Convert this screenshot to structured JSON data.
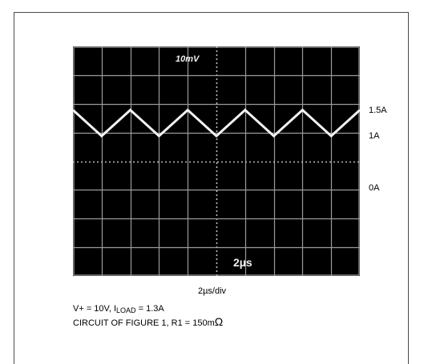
{
  "chart_data": {
    "type": "line",
    "title": "",
    "screen_labels": {
      "top": "10mV",
      "bottom": "2µs"
    },
    "xlabel": "2µs/div",
    "ylabel": "",
    "x_divisions": 10,
    "y_divisions": 8,
    "grid": true,
    "y_tick_labels": [
      {
        "text": "1.5A",
        "value": 1.5
      },
      {
        "text": "1A",
        "value": 1.0
      },
      {
        "text": "0A",
        "value": 0.0
      }
    ],
    "series": [
      {
        "x": [
          0,
          1,
          2,
          3,
          4,
          5,
          6,
          7,
          8,
          9,
          10
        ],
        "y": [
          1.5,
          1.0,
          1.5,
          1.0,
          1.5,
          1.0,
          1.5,
          1.0,
          1.5,
          1.0,
          1.5
        ]
      }
    ]
  },
  "annotations": {
    "timebase": "2µs/div",
    "line1": {
      "vplus": "V+ = 10V, I",
      "sub": "LOAD",
      "tail": " = 1.3A"
    },
    "line2": {
      "text": "CIRCUIT OF FIGURE 1, R1 = 150m",
      "unit": "Ω"
    }
  }
}
